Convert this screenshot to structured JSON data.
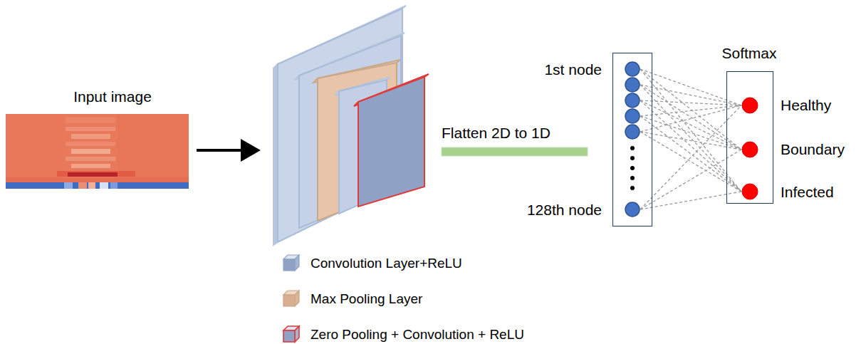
{
  "diagram": {
    "nodes": [
      {
        "text": [
          "Input image"
        ]
      },
      {
        "text": [
          "1st node",
          "128th node"
        ]
      },
      {
        "text": [
          "Softmax"
        ]
      }
    ],
    "labels": [
      "Flatten 2D to 1D",
      "Healthy",
      "Boundary",
      "Infected"
    ],
    "legend": [
      {
        "text": "Convolution Layer+ReLU"
      },
      {
        "text": "Max Pooling Layer"
      },
      {
        "text": "Zero Pooling + Convolution + ReLU"
      }
    ]
  }
}
